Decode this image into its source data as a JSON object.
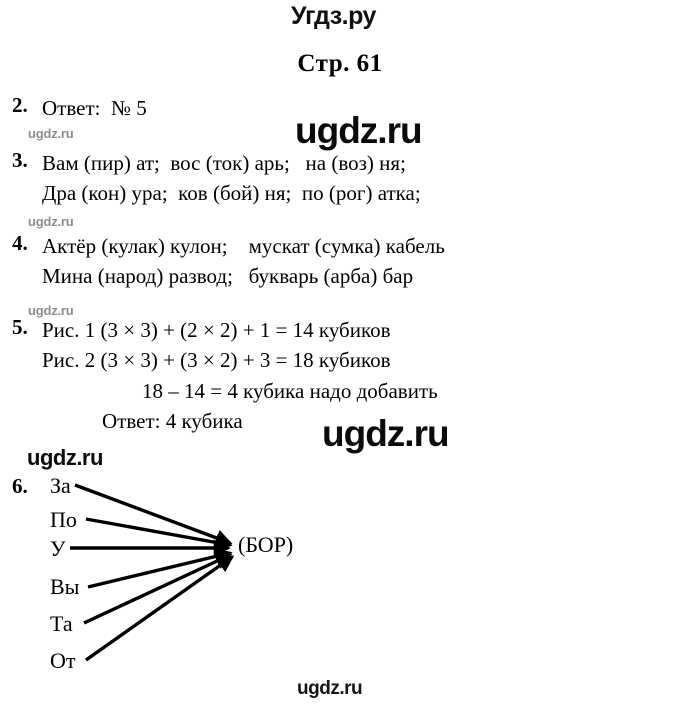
{
  "site": {
    "brand_top": "Угдз.ру",
    "watermark_large": "ugdz.ru",
    "watermark_medium": "ugdz.ru",
    "watermark_small": "ugdz.ru",
    "watermark_bottom": "ugdz.ru",
    "watermark_color_small": "#8d8d8d",
    "watermark_color_large": "#0b0b0b"
  },
  "page": {
    "header": "Стр. 61"
  },
  "answers": [
    {
      "number": "2.",
      "lines": [
        "Ответ:  № 5"
      ]
    },
    {
      "number": "3.",
      "lines": [
        "Вам (пир) ат;  вос (ток) арь;   на (воз) ня;",
        "Дра (кон) ура;  ков (бой) ня;  по (рог) атка;"
      ]
    },
    {
      "number": "4.",
      "lines": [
        "Актёр (кулак) кулон;    мускат (сумка) кабель",
        "Мина (народ) развод;   букварь (арба) бар"
      ]
    },
    {
      "number": "5.",
      "lines": [
        "Рис. 1 (3 × 3) + (2 × 2) + 1 = 14 кубиков",
        "Рис. 2 (3 × 3) + (3 × 2) + 3 = 18 кубиков",
        "18 – 14 = 4 кубика надо добавить",
        "Ответ: 4 кубика"
      ]
    }
  ],
  "diagram": {
    "number": "6.",
    "prefixes": [
      "За",
      "По",
      "У",
      "Вы",
      "Та",
      "От"
    ],
    "target": "(БОР)"
  }
}
